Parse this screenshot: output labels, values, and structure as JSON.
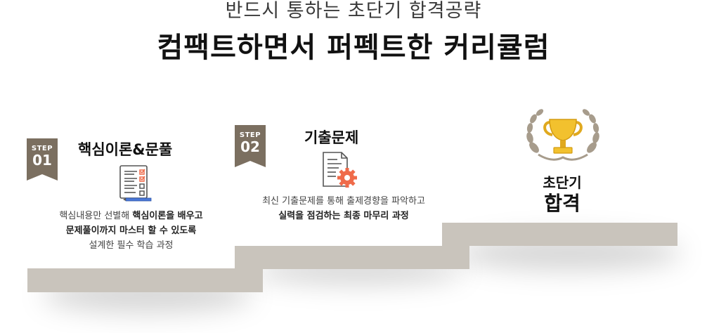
{
  "header": {
    "subtitle": "반드시 통하는 초단기 합격공략",
    "title": "컴팩트하면서 퍼펙트한 커리큘럼"
  },
  "steps": [
    {
      "step_label": "STEP",
      "number": "01",
      "title": "핵심이론&문풀",
      "icon": "checklist-icon",
      "desc_line1": "핵심내용만 선별해 ",
      "desc_line1_bold": "핵심이론을 배우고",
      "desc_line2_bold": "문제풀이까지 마스터 할 수 있도록",
      "desc_line3": "설계한 필수 학습 과정"
    },
    {
      "step_label": "STEP",
      "number": "02",
      "title": "기출문제",
      "icon": "document-gear-icon",
      "desc_line1": "최신 기출문제를 통해 출제경향을 파악하고",
      "desc_line2_bold": "실력을 점검하는 최종 마무리 과정"
    }
  ],
  "goal": {
    "icon": "trophy-icon",
    "line1": "초단기",
    "line2": "합격"
  },
  "colors": {
    "badge": "#7b6f60",
    "stair": "#c9c4bc",
    "trophy_gold": "#f2c12e",
    "laurel": "#a79c8c",
    "gear": "#ef6b4a",
    "pen": "#4a78d8"
  }
}
